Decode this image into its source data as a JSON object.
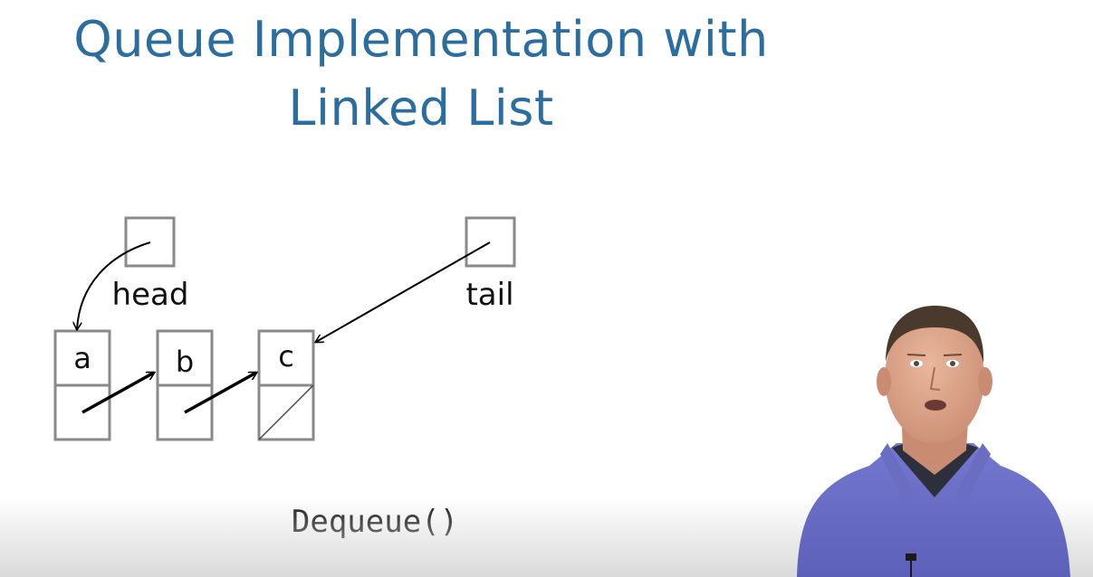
{
  "slide": {
    "title_line1": "Queue Implementation with",
    "title_line2": "Linked List",
    "operation": "Dequeue()"
  },
  "diagram": {
    "head_label": "head",
    "tail_label": "tail",
    "nodes": [
      {
        "key": "a",
        "next": "b"
      },
      {
        "key": "b",
        "next": "c"
      },
      {
        "key": "c",
        "next": null
      }
    ]
  },
  "colors": {
    "title": "#2a6d9e",
    "box_stroke": "#8a8a8a",
    "shirt": "#6f72c9"
  }
}
